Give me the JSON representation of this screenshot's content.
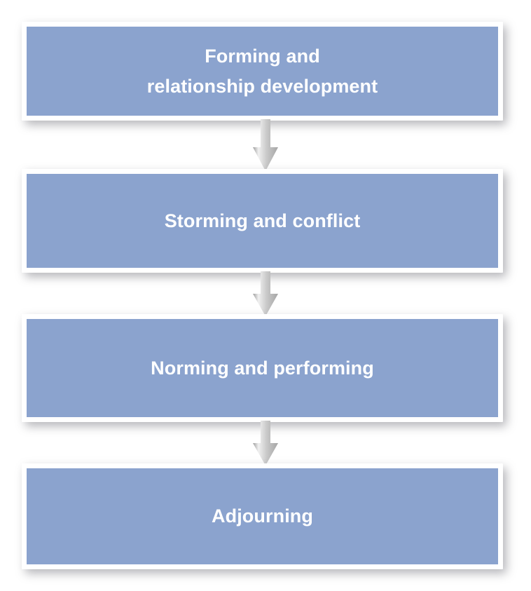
{
  "diagram": {
    "type": "flowchart",
    "orientation": "vertical-top-to-bottom",
    "title": "",
    "colors": {
      "box_fill": "#8ba3ce",
      "box_border": "#ffffff",
      "label_text": "#ffffff",
      "arrow_light": "#eeeeee",
      "arrow_mid": "#b4b4b4",
      "arrow_dark": "#9a9a9a",
      "background": "#ffffff"
    },
    "stages": [
      {
        "id": "forming",
        "label": "Forming and\nrelationship development",
        "order": 1
      },
      {
        "id": "storming",
        "label": "Storming and conflict",
        "order": 2
      },
      {
        "id": "norming",
        "label": "Norming and performing",
        "order": 3
      },
      {
        "id": "adjourning",
        "label": "Adjourning",
        "order": 4
      }
    ],
    "connectors": [
      {
        "id": "connector-1",
        "from": "forming",
        "to": "storming",
        "glyph": "arrow-down-icon"
      },
      {
        "id": "connector-2",
        "from": "storming",
        "to": "norming",
        "glyph": "arrow-down-icon"
      },
      {
        "id": "connector-3",
        "from": "norming",
        "to": "adjourning",
        "glyph": "arrow-down-icon"
      }
    ]
  }
}
